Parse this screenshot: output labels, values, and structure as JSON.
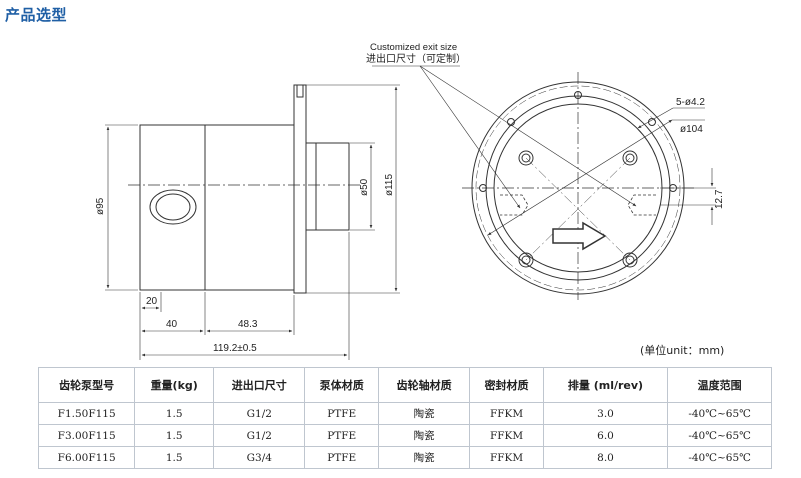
{
  "page": {
    "title": "产品选型",
    "unit_note": "(单位unit：mm)"
  },
  "drawing": {
    "callout_en": "Customized exit size",
    "callout_zh": "进出口尺寸（可定制）",
    "dims": {
      "d95": "ø95",
      "d50": "ø50",
      "d115": "ø115",
      "w20": "20",
      "w40": "40",
      "w48_3": "48.3",
      "w119_2": "119.2±0.5",
      "holes": "5-ø4.2",
      "d104": "ø104",
      "h12_7": "12.7"
    }
  },
  "table": {
    "headers": [
      "齿轮泵型号",
      "重量(kg)",
      "进出口尺寸",
      "泵体材质",
      "齿轮轴材质",
      "密封材质",
      "排量 (ml/rev)",
      "温度范围"
    ],
    "rows": [
      [
        "F1.50F115",
        "1.5",
        "G1/2",
        "PTFE",
        "陶瓷",
        "FFKM",
        "3.0",
        "-40℃~65℃"
      ],
      [
        "F3.00F115",
        "1.5",
        "G1/2",
        "PTFE",
        "陶瓷",
        "FFKM",
        "6.0",
        "-40℃~65℃"
      ],
      [
        "F6.00F115",
        "1.5",
        "G3/4",
        "PTFE",
        "陶瓷",
        "FFKM",
        "8.0",
        "-40℃~65℃"
      ]
    ]
  },
  "colors": {
    "title": "#1f5fa5",
    "line": "#333333",
    "table_border": "#bfc6cf"
  }
}
